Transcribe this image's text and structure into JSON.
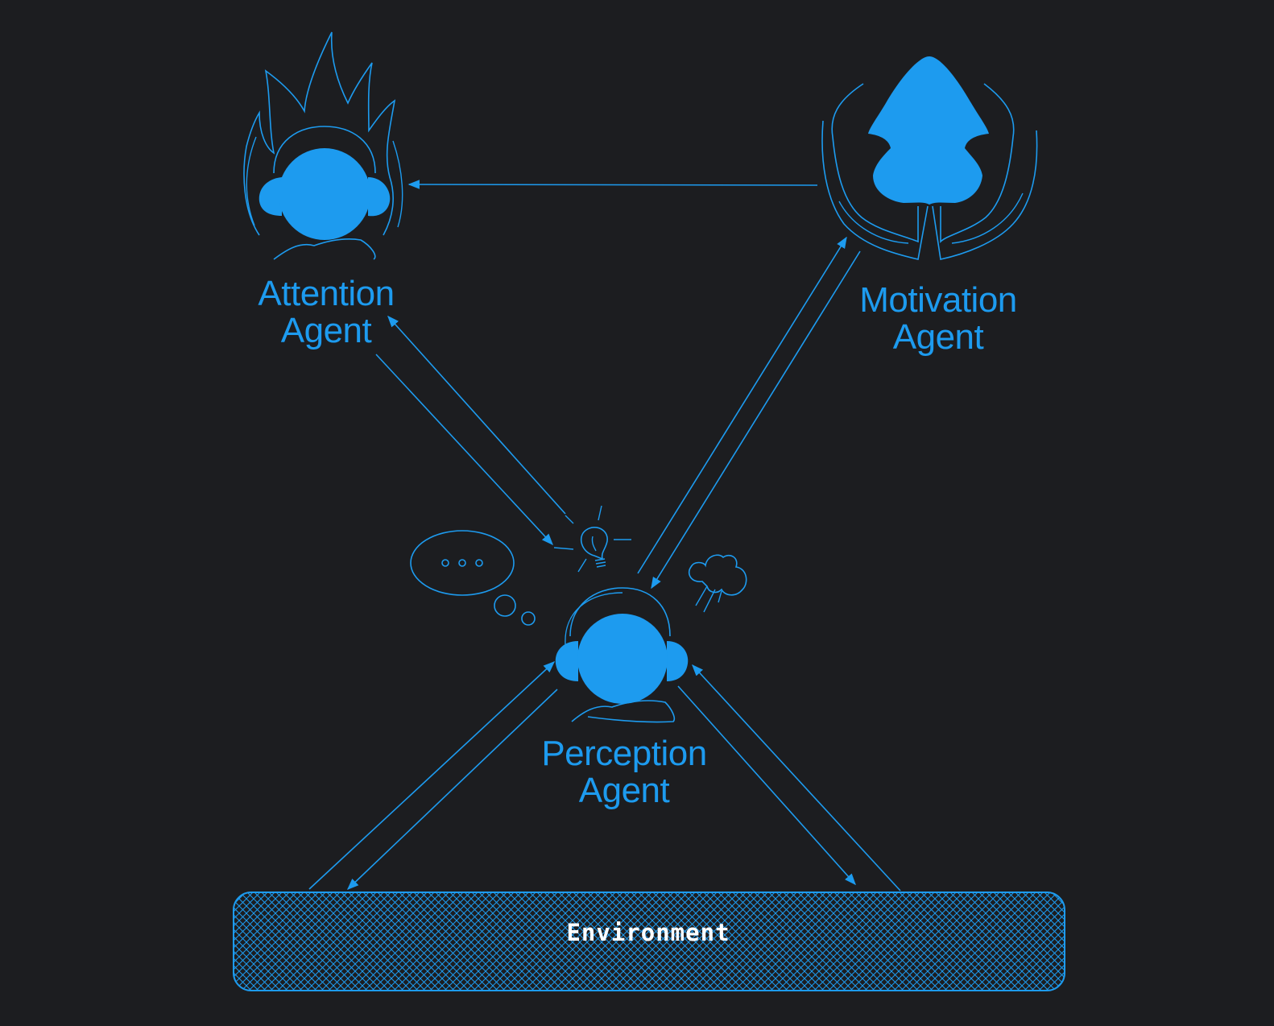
{
  "colors": {
    "background": "#1c1d20",
    "accent": "#1d9bef",
    "environment_text": "#ffffff"
  },
  "nodes": {
    "attention": {
      "line1": "Attention",
      "line2": "Agent",
      "icon": "flaming-headphone-head-icon"
    },
    "motivation": {
      "line1": "Motivation",
      "line2": "Agent",
      "icon": "rocket-icon"
    },
    "perception": {
      "line1": "Perception",
      "line2": "Agent",
      "icon": "headphone-head-icon"
    },
    "environment": {
      "label": "Environment"
    }
  },
  "decorations": [
    "thought-bubble-icon",
    "lightbulb-icon",
    "cloud-puff-icon"
  ],
  "edges": [
    {
      "from": "Motivation Agent",
      "to": "Attention Agent"
    },
    {
      "from": "Attention Agent",
      "to": "Perception Agent"
    },
    {
      "from": "Perception Agent",
      "to": "Attention Agent"
    },
    {
      "from": "Perception Agent",
      "to": "Motivation Agent"
    },
    {
      "from": "Motivation Agent",
      "to": "Perception Agent"
    },
    {
      "from": "Environment",
      "to": "Perception Agent"
    },
    {
      "from": "Perception Agent",
      "to": "Environment"
    }
  ]
}
